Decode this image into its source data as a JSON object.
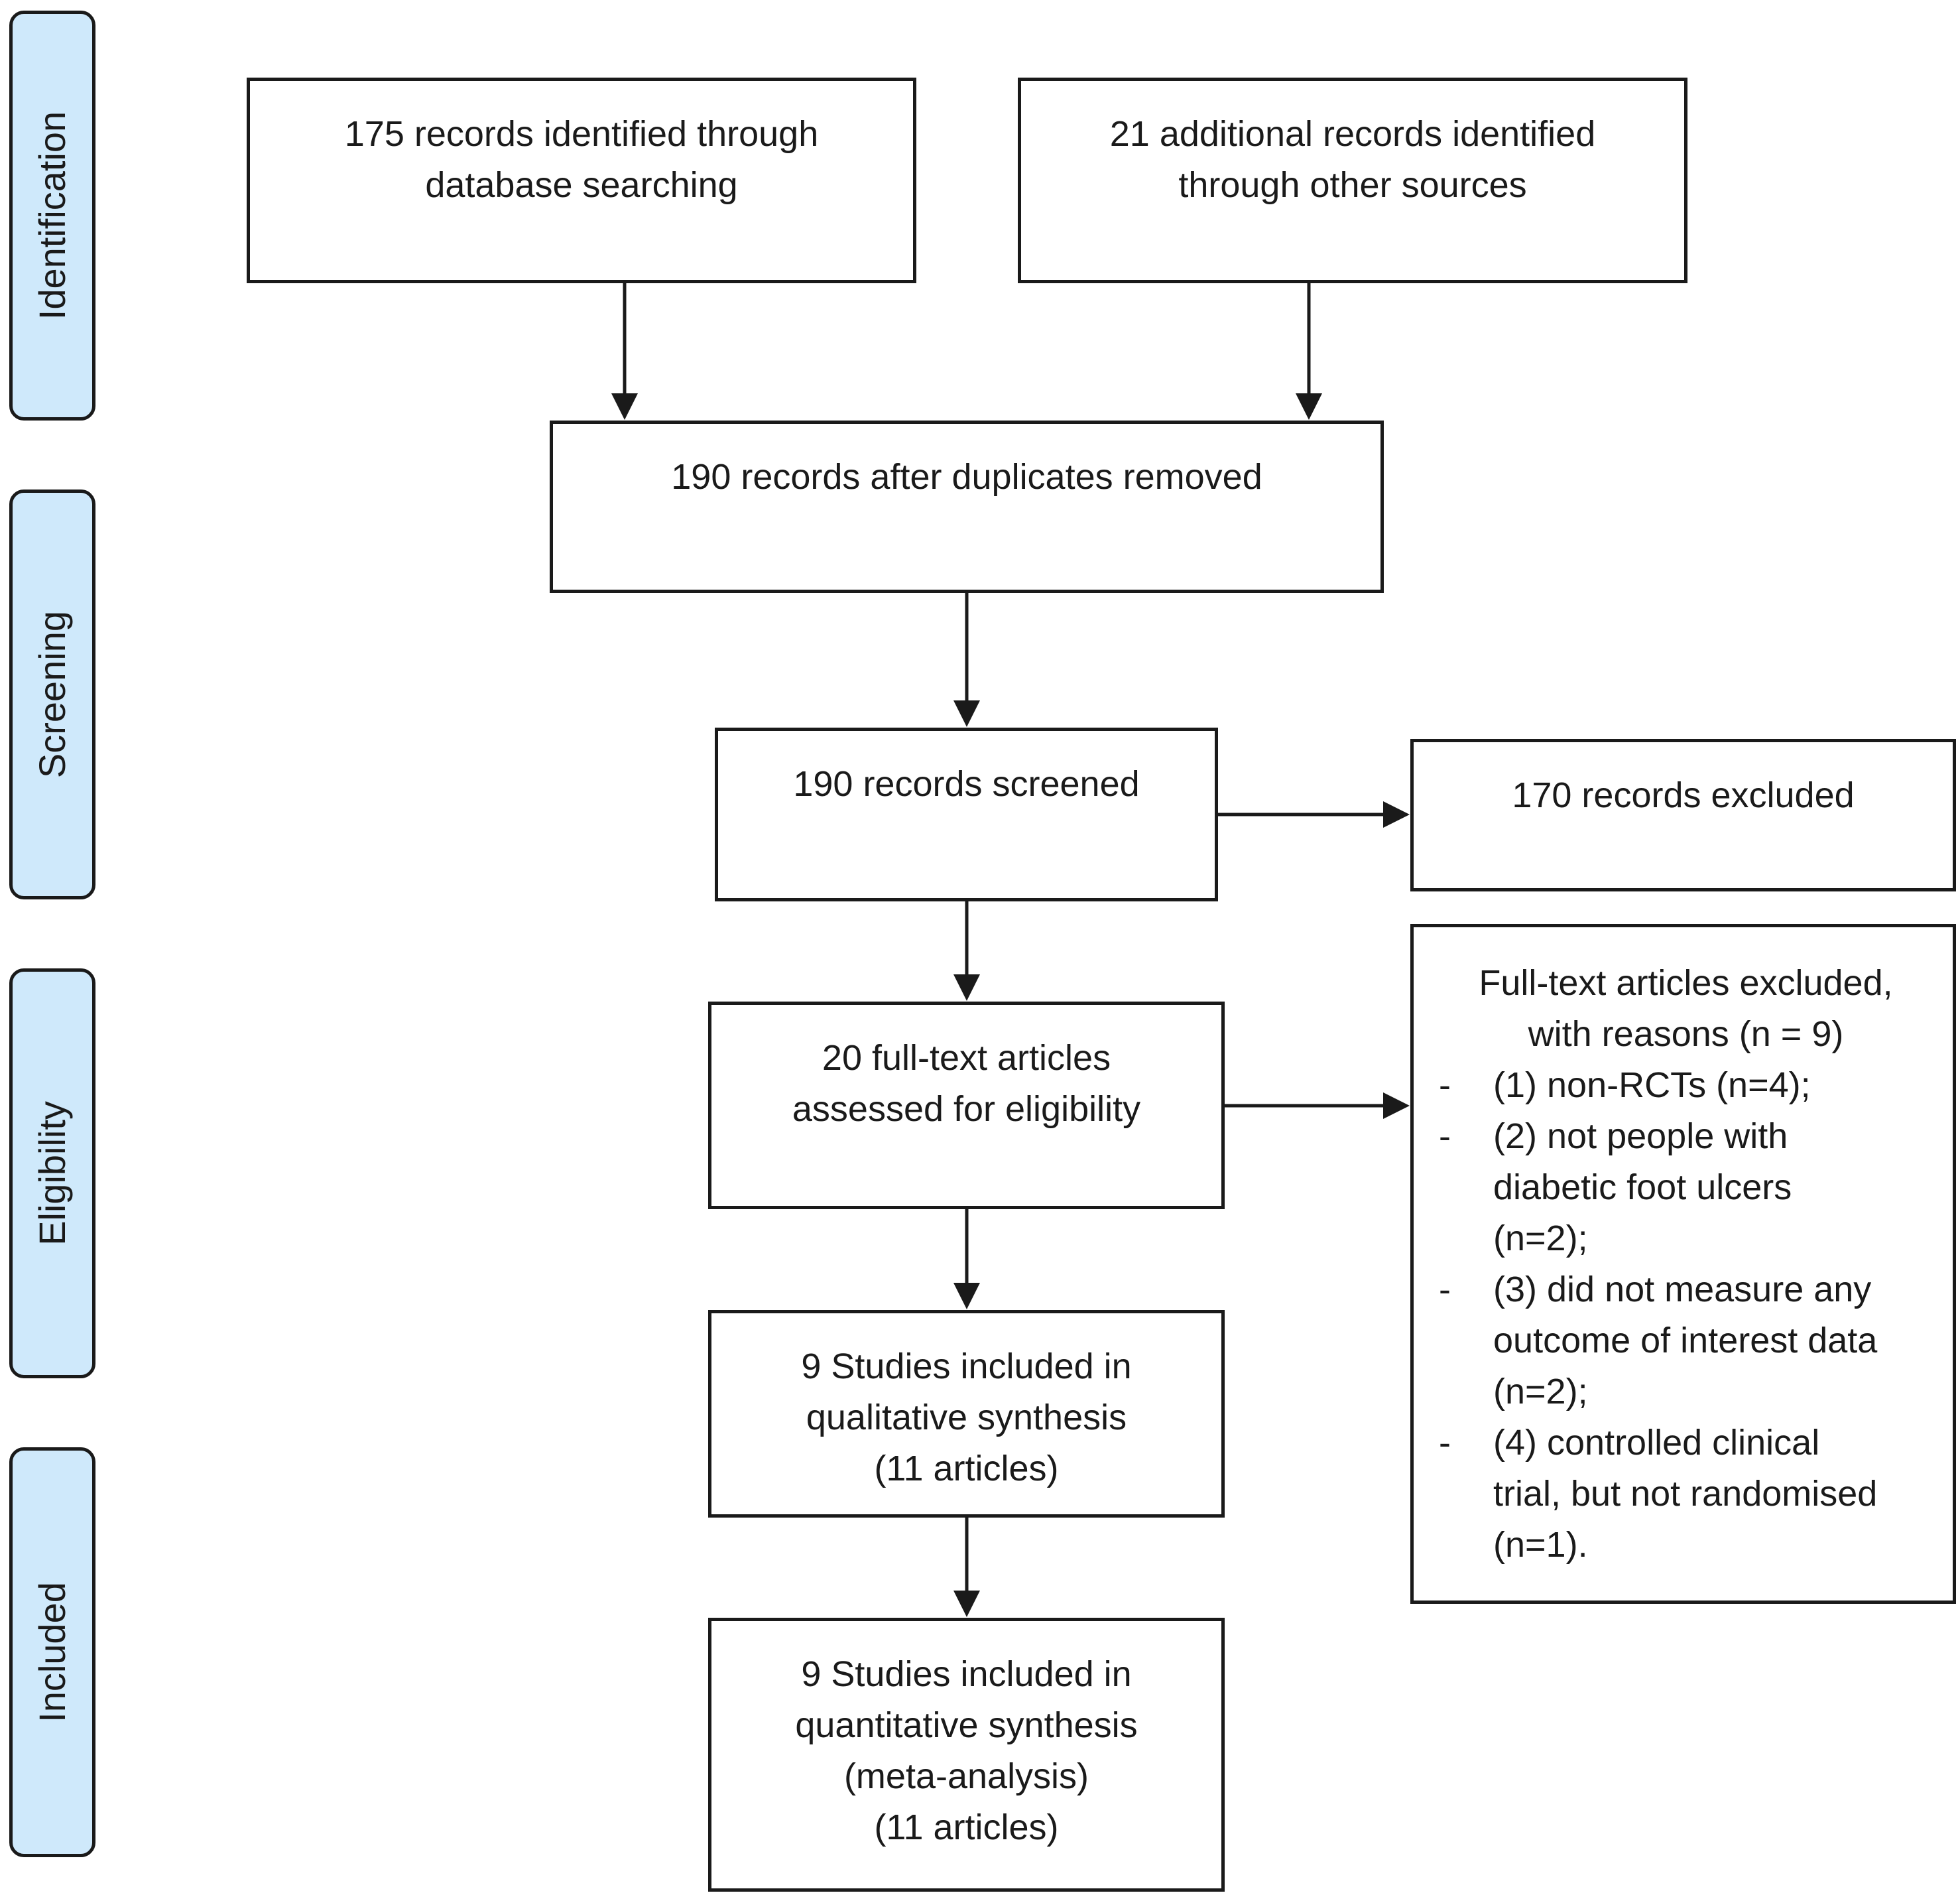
{
  "phases": {
    "identification": "Identification",
    "screening": "Screening",
    "eligibility": "Eligibility",
    "included": "Included"
  },
  "boxes": {
    "database": "175 records identified through\ndatabase searching",
    "other_sources": "21 additional records identified\nthrough other sources",
    "after_duplicates": "190 records after duplicates removed",
    "screened": "190 records screened",
    "excluded": "170 records excluded",
    "fulltext": "20 full-text articles\nassessed for eligibility",
    "qualitative": "9 Studies included in\nqualitative synthesis\n(11 articles)",
    "quantitative": "9 Studies included in\nquantitative synthesis\n(meta-analysis)\n(11 articles)"
  },
  "fulltext_excluded": {
    "title": "Full-text articles excluded,\nwith reasons (n = 9)",
    "reasons": [
      "(1) non-RCTs (n=4);",
      "(2) not people with\ndiabetic foot ulcers\n(n=2);",
      "(3) did not measure any\noutcome of interest data\n(n=2);",
      "(4) controlled clinical\ntrial, but not randomised\n(n=1)."
    ],
    "bullet": "-"
  }
}
